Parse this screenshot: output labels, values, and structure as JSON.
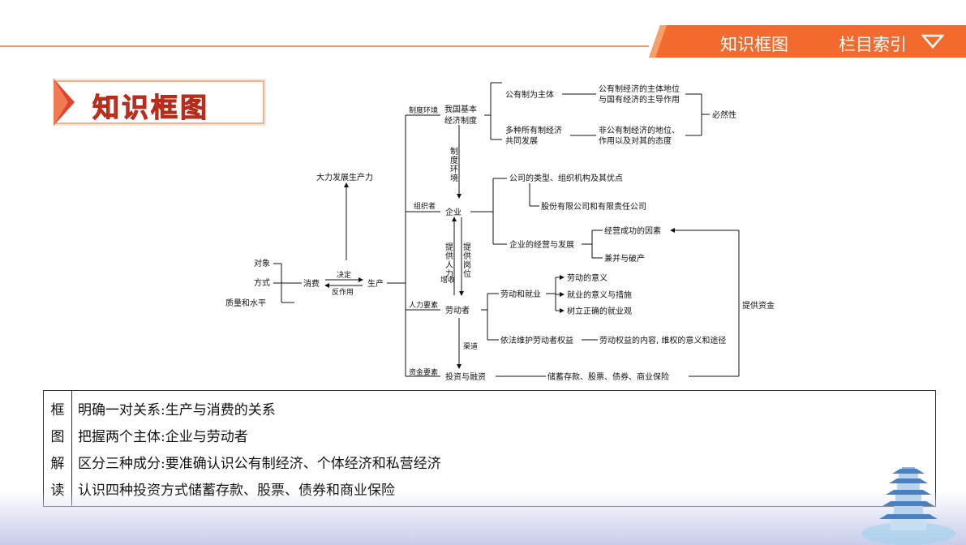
{
  "header": {
    "nav_framework": "知识框图",
    "nav_index": "栏目索引",
    "title": "知识框图"
  },
  "mindmap": {
    "left": {
      "develop": "大力发展生产力",
      "object": "对象",
      "method": "方式",
      "quality": "质量和水平",
      "consume": "消费",
      "decide": "决定",
      "react": "反作用",
      "produce": "生产"
    },
    "branch_labels": {
      "system_env": "制度环境",
      "organizer": "组织者",
      "labor_factor": "人力要素",
      "capital_factor": "资金要素"
    },
    "basic_system": {
      "line1": "我国基本",
      "line2": "经济制度",
      "public_main": "公有制为主体",
      "public_main_desc1": "公有制经济的主体地位",
      "public_main_desc2": "与国有经济的主导作用",
      "multi1": "多种所有制经济",
      "multi2": "共同发展",
      "nonpublic_desc1": "非公有制经济的地位、",
      "nonpublic_desc2": "作用以及对其的态度",
      "necessity": "必然性"
    },
    "vertical": {
      "sys_env": "制度环境",
      "provide_labor": "提供人力",
      "provide_jobs": "提供岗位",
      "income": "增收",
      "channel": "渠道"
    },
    "enterprise": {
      "name": "企业",
      "company_types": "公司的类型、组织机构及其优点",
      "joint_stock": "股份有限公司和有限责任公司",
      "operation": "企业的经营与发展",
      "success": "经营成功的因素",
      "merger": "兼并与破产"
    },
    "labor": {
      "name": "劳动者",
      "employment": "劳动和就业",
      "meaning_labor": "劳动的意义",
      "meaning_employment": "就业的意义与措施",
      "correct_view": "树立正确的就业观",
      "rights": "依法维护劳动者权益",
      "rights_content": "劳动权益的内容, 维权的意义和途径"
    },
    "invest": {
      "name": "投资与融资",
      "methods": "储蓄存款、股票、债券、商业保险",
      "provide_funds": "提供资金"
    }
  },
  "interpretation": {
    "side": [
      "框",
      "图",
      "解",
      "读"
    ],
    "lines": [
      "明确一对关系:生产与消费的关系",
      "把握两个主体:企业与劳动者",
      "区分三种成分:要准确认识公有制经济、个体经济和私营经济",
      "认识四种投资方式储蓄存款、股票、债券和商业保险"
    ]
  },
  "colors": {
    "accent_orange": "#f26a2e",
    "title_red": "#e3412b",
    "line_orange": "#f39c6b"
  }
}
